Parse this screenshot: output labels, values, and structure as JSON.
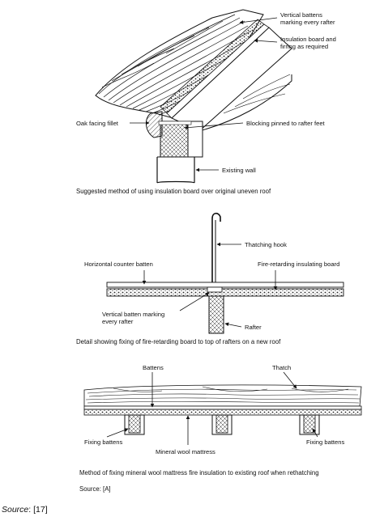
{
  "figure1": {
    "labels": {
      "vertical_battens": "Vertical battens\nmarking every rafter",
      "insulation_board": "Insulation board and\nfirring as required",
      "oak_fillet": "Oak facing fillet",
      "blocking": "Blocking pinned to rafter feet",
      "existing_wall": "Existing wall"
    },
    "caption": "Suggested method of using insulation board over original uneven roof"
  },
  "figure2": {
    "labels": {
      "thatching_hook": "Thatching hook",
      "horizontal_counter_batten": "Horizontal counter batten",
      "fire_board": "Fire-retarding insulating board",
      "vertical_batten": "Vertical batten marking\nevery rafter",
      "rafter": "Rafter"
    },
    "caption": "Detail showing fixing of fire-retarding board to top of rafters on a new roof"
  },
  "figure3": {
    "labels": {
      "battens": "Battens",
      "thatch": "Thatch",
      "fixing_battens_left": "Fixing battens",
      "fixing_battens_right": "Fixing battens",
      "mineral_wool": "Mineral wool mattress"
    },
    "caption": "Method of fixing mineral wool mattress fire insulation to existing roof when rethatching",
    "source": "Source: [A]"
  },
  "footer": {
    "source_label": "Source",
    "source_ref": ": [17]"
  }
}
